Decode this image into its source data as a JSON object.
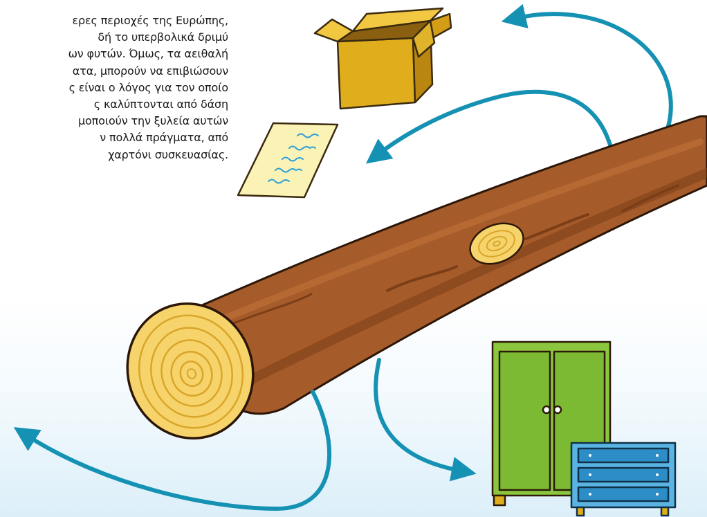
{
  "text": {
    "lines": [
      "ερες περιοχές της Ευρώπης,",
      "δή το υπερβολικά δριμύ",
      "ων φυτών. Όμως, τα αειθαλή",
      "ατα, μπορούν να επιβιώσουν",
      "ς είναι ο λόγος για τον οποίο",
      "ς καλύπτονται από δάση",
      "μοποιούν την ξυλεία αυτών",
      "ν πολλά πράγματα, από",
      "χαρτόνι συσκευασίας."
    ]
  },
  "illustrations": {
    "log": "tree-log",
    "box": "cardboard-box",
    "paper": "paper-sheet",
    "wardrobe": "wardrobe",
    "drawers": "chest-of-drawers"
  },
  "colors": {
    "arrow": "#1592b3",
    "bark": "#a55b2a",
    "bark_dark": "#7c3e17",
    "wood_end": "#f6d46b",
    "ring": "#d9a52a",
    "box": "#e0ad1d",
    "paper": "#fbf2b6",
    "handwriting": "#2aa0d8",
    "wardrobe": "#8cc63f",
    "drawers": "#2d8dc6"
  }
}
